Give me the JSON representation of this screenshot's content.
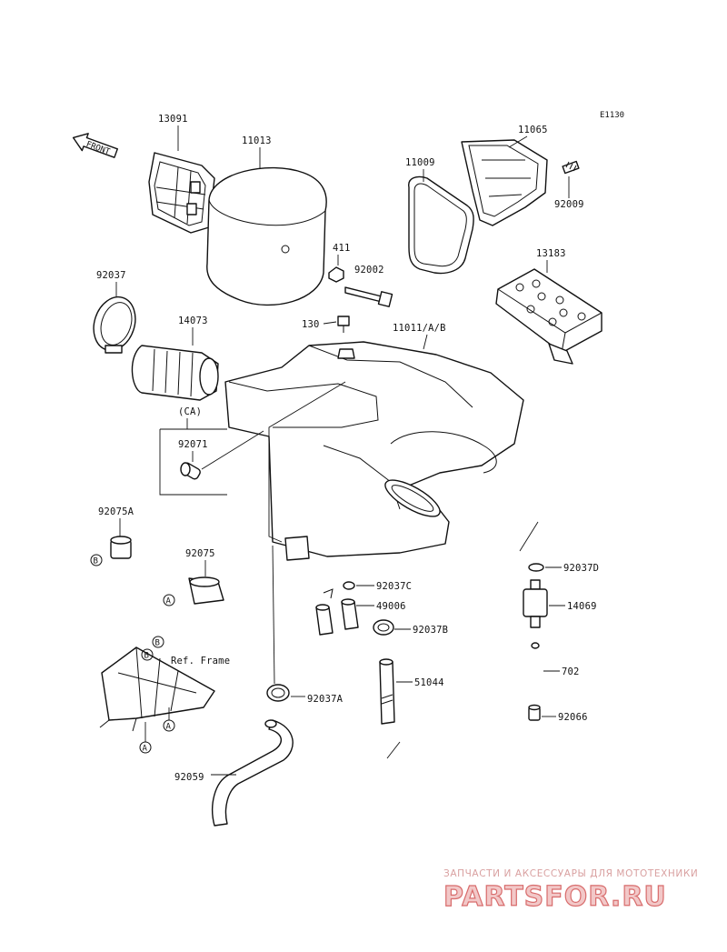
{
  "diagram": {
    "code": "E1130",
    "front_label": "FRONT",
    "ref_frame_label": "Ref. Frame",
    "ca_label": "(CA)",
    "circle_a": "A",
    "circle_b": "B",
    "parts": {
      "p13091": "13091",
      "p11013": "11013",
      "p11065": "11065",
      "p11009": "11009",
      "p92009": "92009",
      "p411": "411",
      "p92002": "92002",
      "p13183": "13183",
      "p92037": "92037",
      "p14073": "14073",
      "p130": "130",
      "p11011": "11011/A/B",
      "p92071": "92071",
      "p92075A": "92075A",
      "p92075": "92075",
      "p92037C": "92037C",
      "p49006": "49006",
      "p92037B": "92037B",
      "p92037D": "92037D",
      "p14069": "14069",
      "p702": "702",
      "p92066": "92066",
      "p51044": "51044",
      "p92037A": "92037A",
      "p92059": "92059"
    }
  },
  "watermark": {
    "tagline": "ЗАПЧАСТИ И АКСЕССУАРЫ ДЛЯ МОТОТЕХНИКИ",
    "logo": "PARTSFOR.RU"
  }
}
